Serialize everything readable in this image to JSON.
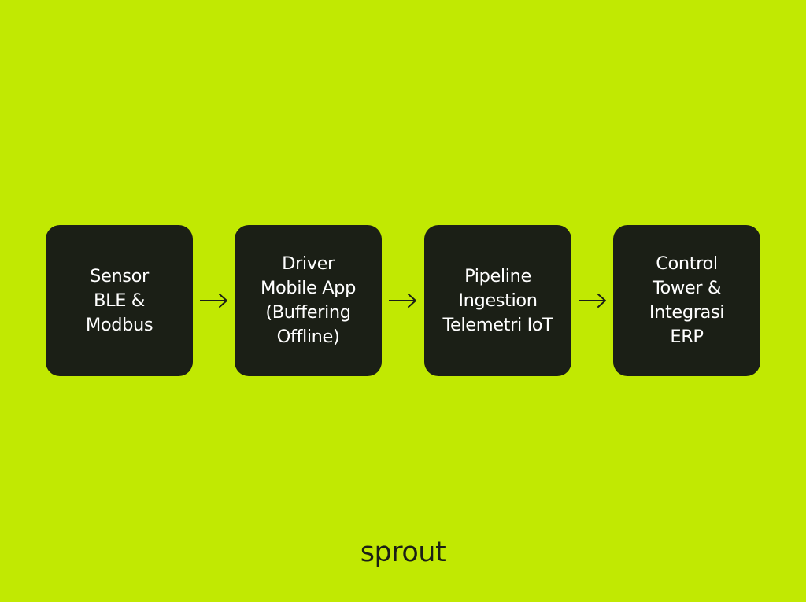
{
  "colors": {
    "background": "#c1e902",
    "box": "#1b1f16",
    "box_text": "#ffffff",
    "arrow": "#1b1f16",
    "brand_text": "#1b1f16"
  },
  "nodes": [
    {
      "label": "Sensor\nBLE &\nModbus"
    },
    {
      "label": "Driver\nMobile App\n(Buffering\nOffline)"
    },
    {
      "label": "Pipeline\nIngestion\nTelemetri IoT"
    },
    {
      "label": "Control\nTower &\nIntegrasi\nERP"
    }
  ],
  "connectors": [
    {
      "icon": "right-arrow-icon"
    },
    {
      "icon": "right-arrow-icon"
    },
    {
      "icon": "right-arrow-icon"
    }
  ],
  "footer": {
    "brand": "sprout"
  }
}
